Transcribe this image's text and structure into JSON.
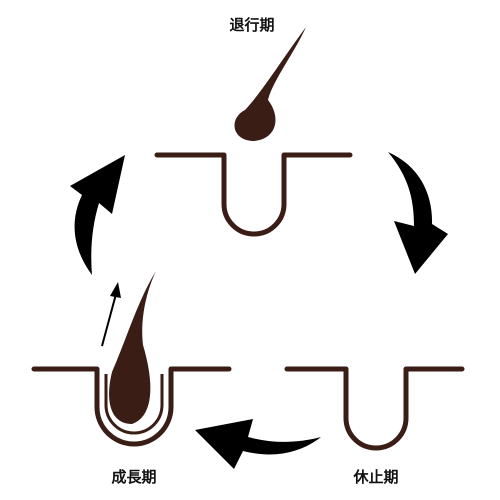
{
  "stages": {
    "catagen": {
      "label": "退行期"
    },
    "telogen": {
      "label": "休止期"
    },
    "anagen": {
      "label": "成長期"
    }
  },
  "colors": {
    "hair": "#3a1e16",
    "follicle_line": "#3a1e16",
    "arrow": "#000000",
    "label": "#111111"
  }
}
